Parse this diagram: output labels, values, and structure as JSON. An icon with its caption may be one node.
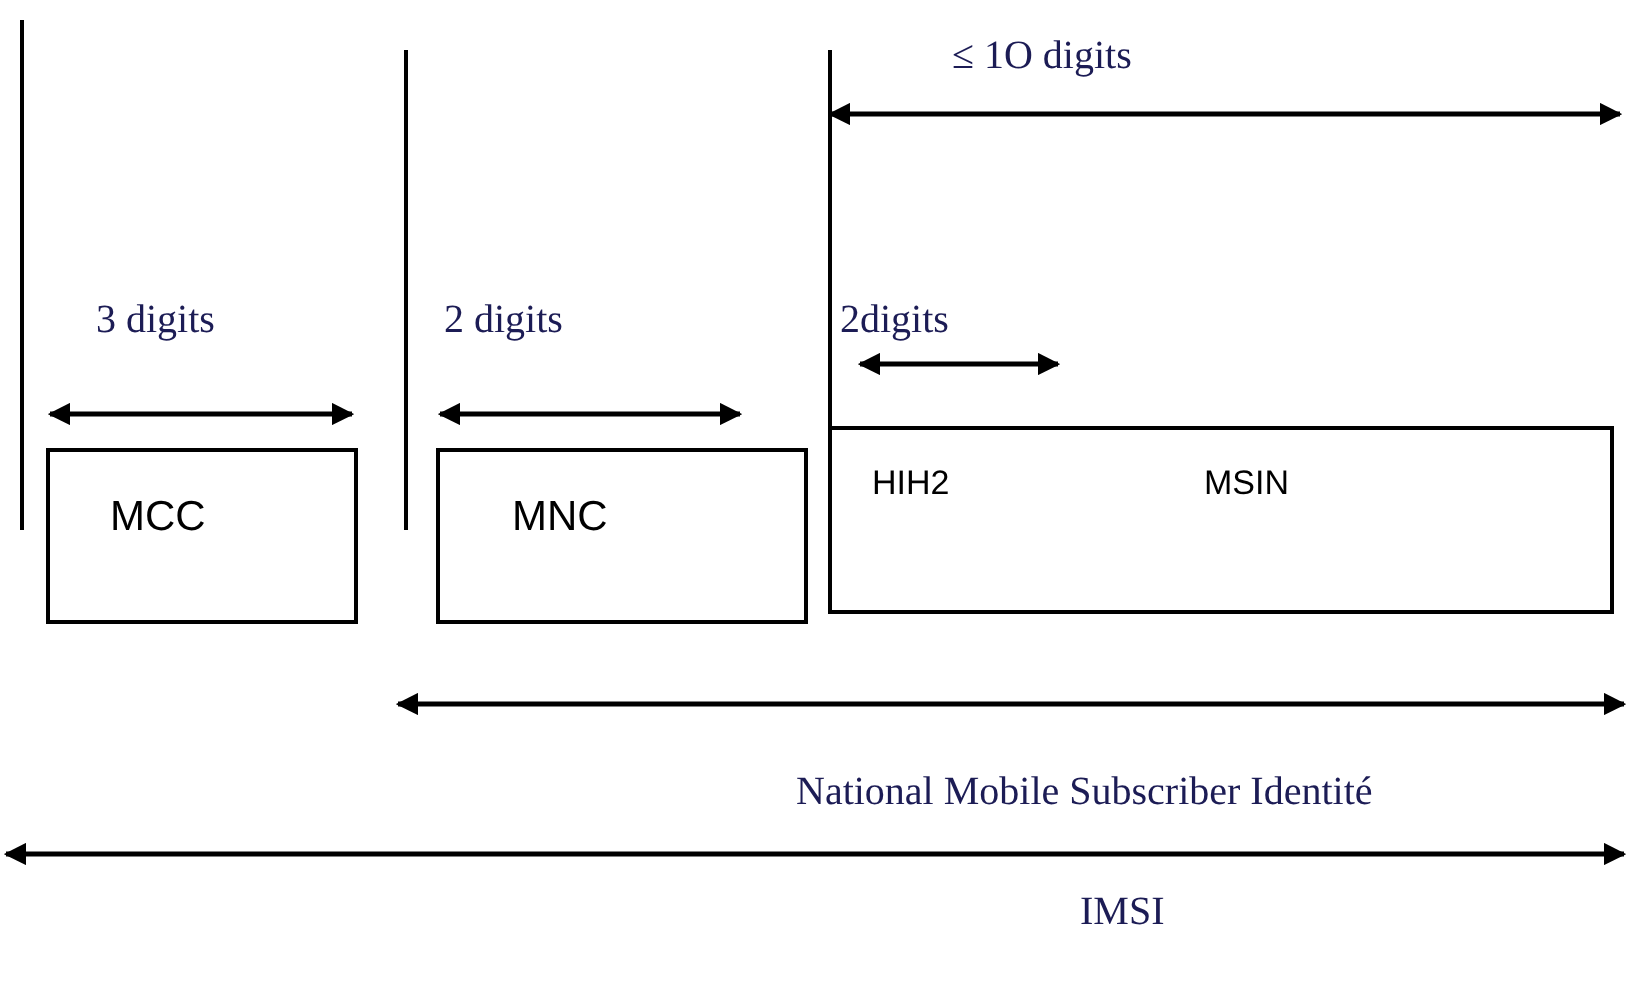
{
  "diagram": {
    "nodes": [
      {
        "text": [
          "MCC"
        ]
      },
      {
        "text": [
          "MNC"
        ]
      },
      {
        "text": [
          "HIH2",
          "MSIN"
        ]
      }
    ],
    "labels": [
      "≤ 1O digits",
      "3 digits",
      "2 digits",
      "2digits",
      "National Mobile Subscriber Identité",
      "IMSI"
    ]
  }
}
